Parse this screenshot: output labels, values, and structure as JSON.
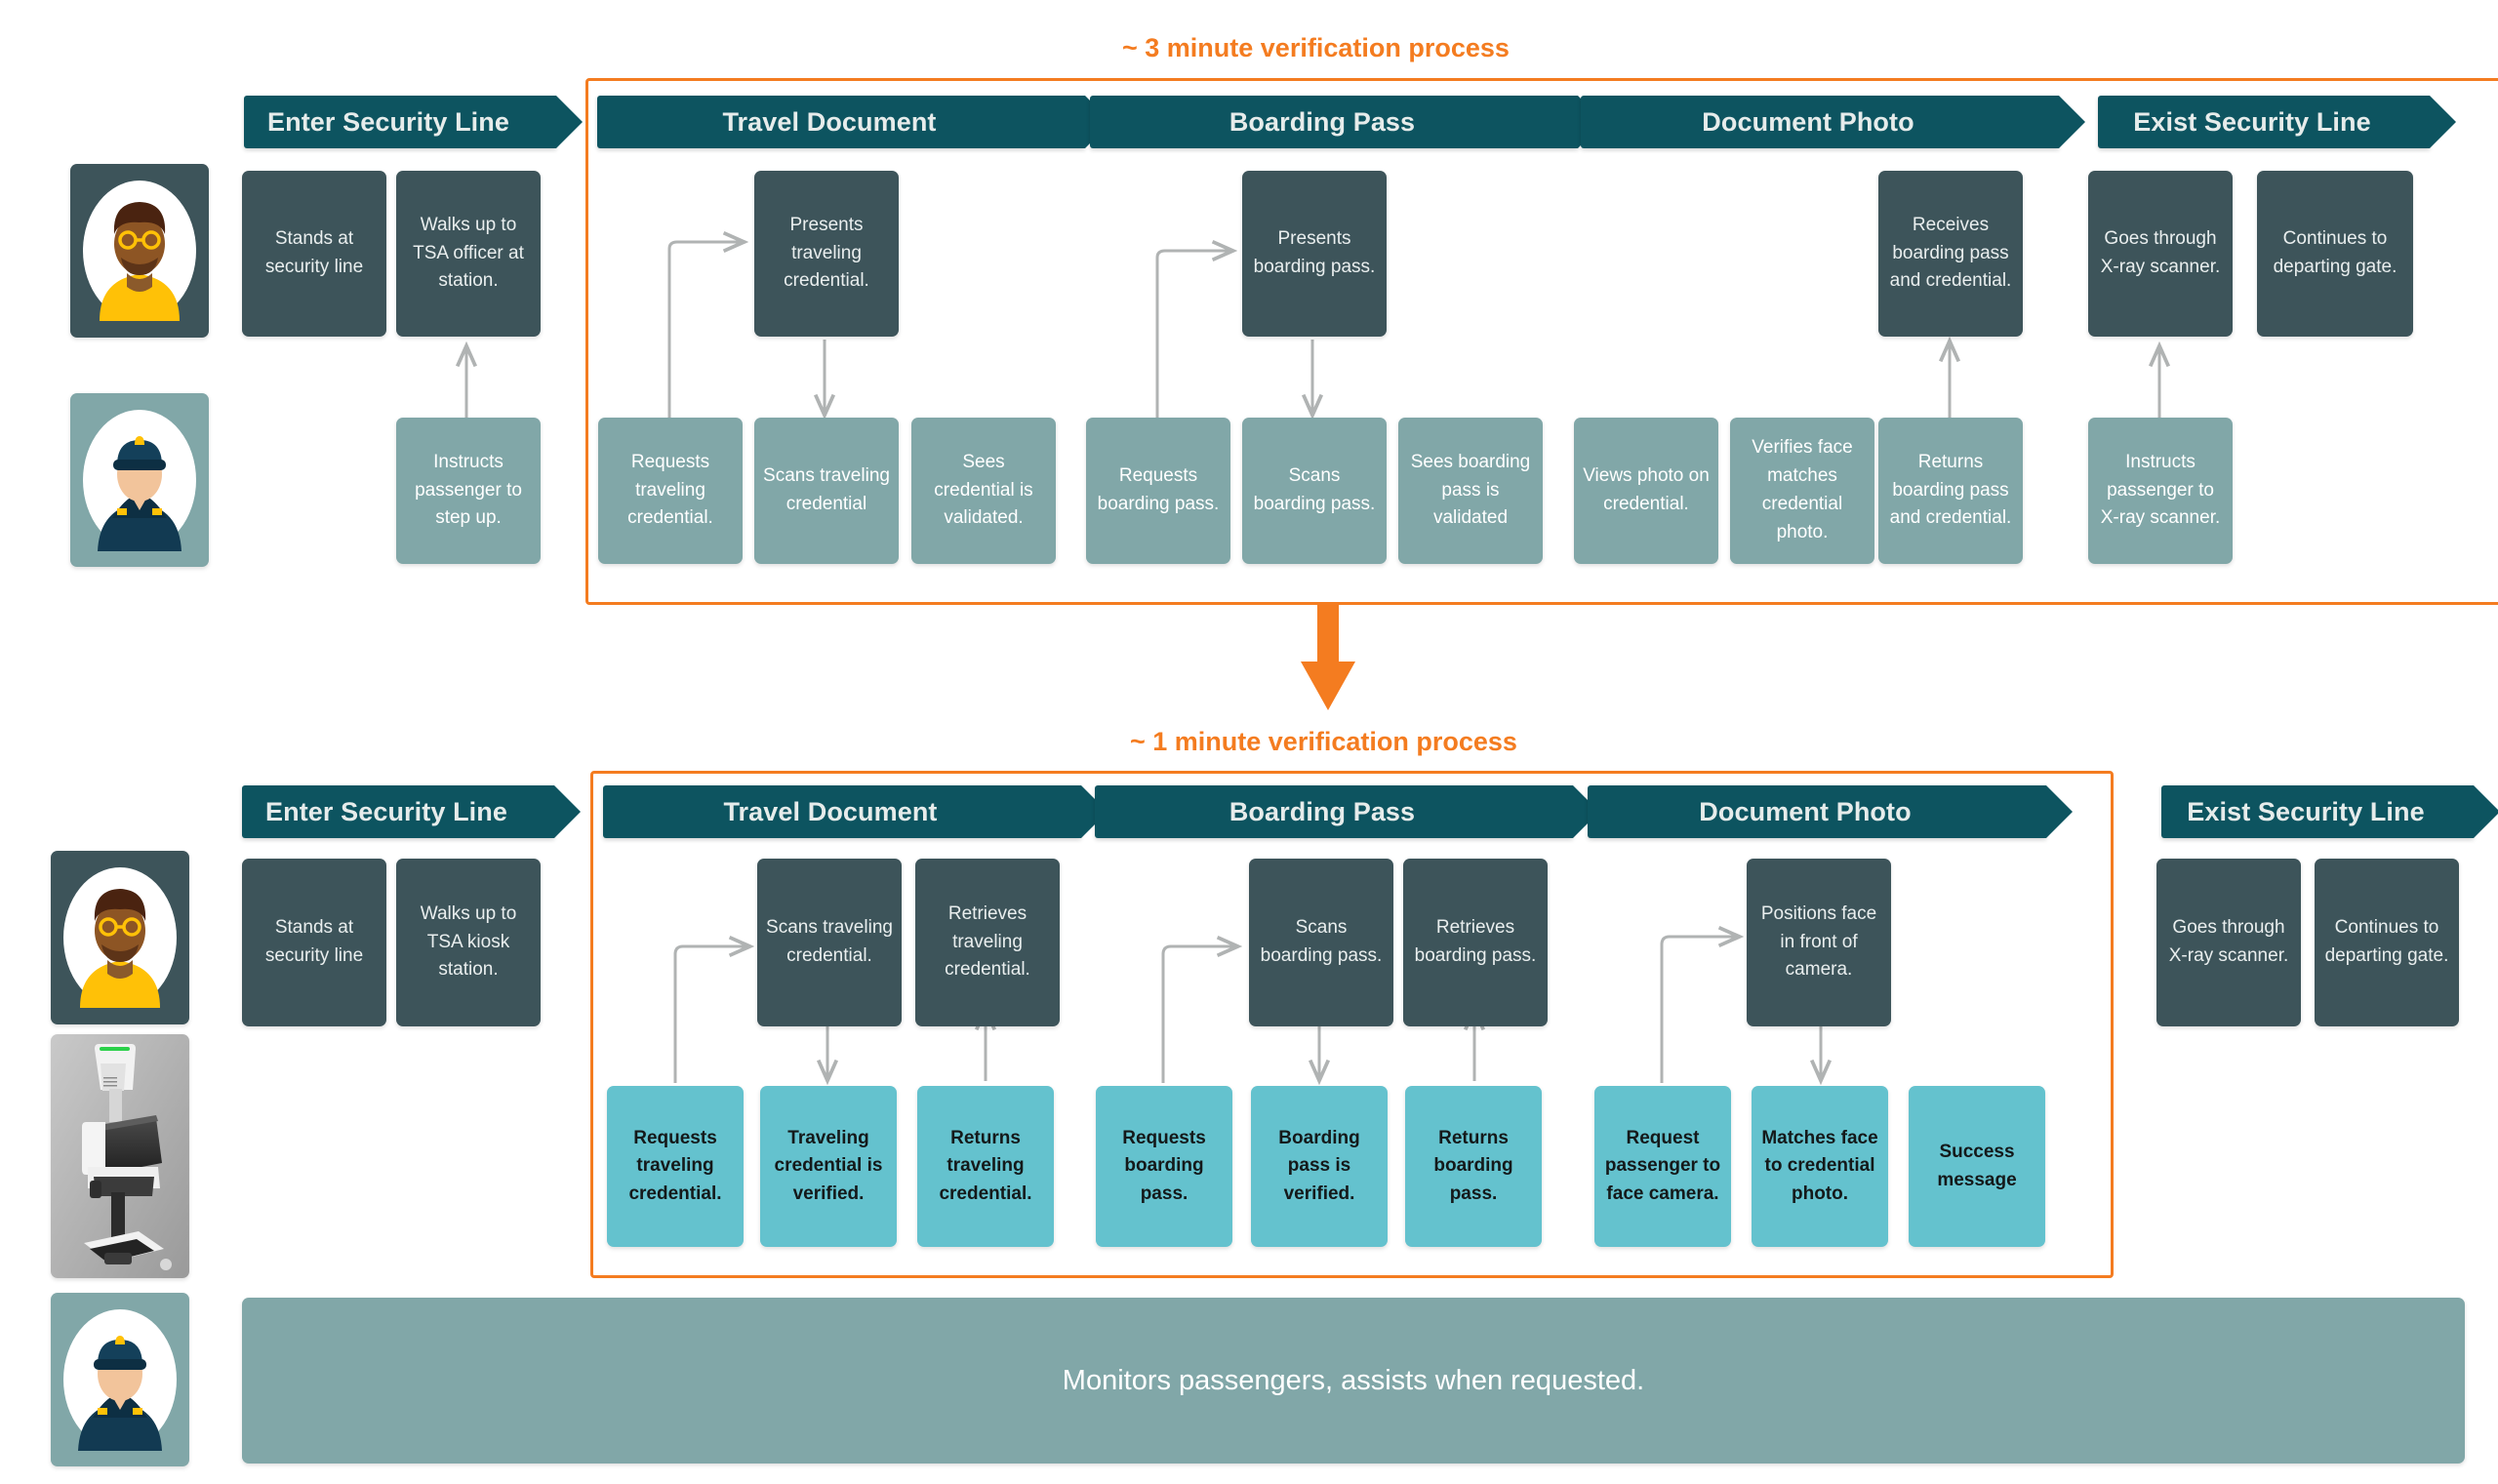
{
  "colors": {
    "phase_header": "#0d5460",
    "dark_card": "#3d545a",
    "teal_card": "#81a7a8",
    "light_blue_card": "#64c2ce",
    "accent_orange": "#f47c20",
    "connector_gray": "#b0b3b3",
    "background": "#ffffff"
  },
  "top_process": {
    "frame_label": "~ 3 minute verification process",
    "phases": [
      {
        "label": "Enter Security Line"
      },
      {
        "label": "Travel Document"
      },
      {
        "label": "Boarding Pass"
      },
      {
        "label": "Document Photo"
      },
      {
        "label": "Exist Security Line"
      }
    ],
    "passenger_avatar": "passenger-avatar",
    "officer_avatar": "tsa-officer-avatar",
    "passenger_steps": [
      {
        "id": "t-p1",
        "text": "Stands at security line"
      },
      {
        "id": "t-p2",
        "text": "Walks up to TSA officer at station."
      },
      {
        "id": "t-p3",
        "text": "Presents traveling credential."
      },
      {
        "id": "t-p4",
        "text": "Presents boarding pass."
      },
      {
        "id": "t-p5",
        "text": "Receives boarding pass and credential."
      },
      {
        "id": "t-p6",
        "text": "Goes through X-ray scanner."
      },
      {
        "id": "t-p7",
        "text": "Continues to departing gate."
      }
    ],
    "officer_steps": [
      {
        "id": "t-o1",
        "text": "Instructs passenger to step up."
      },
      {
        "id": "t-o2",
        "text": "Requests traveling credential."
      },
      {
        "id": "t-o3",
        "text": "Scans traveling credential"
      },
      {
        "id": "t-o4",
        "text": "Sees credential is validated."
      },
      {
        "id": "t-o5",
        "text": "Requests boarding pass."
      },
      {
        "id": "t-o6",
        "text": "Scans boarding pass."
      },
      {
        "id": "t-o7",
        "text": "Sees boarding pass is validated"
      },
      {
        "id": "t-o8",
        "text": "Views photo on credential."
      },
      {
        "id": "t-o9",
        "text": "Verifies face matches credential photo."
      },
      {
        "id": "t-o10",
        "text": "Returns boarding pass and credential."
      },
      {
        "id": "t-o11",
        "text": "Instructs passenger to X-ray scanner."
      }
    ]
  },
  "transition": {
    "icon": "down-arrow-icon"
  },
  "bottom_process": {
    "frame_label": "~ 1 minute verification process",
    "phases": [
      {
        "label": "Enter Security Line"
      },
      {
        "label": "Travel Document"
      },
      {
        "label": "Boarding Pass"
      },
      {
        "label": "Document Photo"
      },
      {
        "label": "Exist Security Line"
      }
    ],
    "passenger_avatar": "passenger-avatar",
    "kiosk_avatar": "tsa-kiosk-photo",
    "officer_avatar": "tsa-officer-avatar",
    "passenger_steps": [
      {
        "id": "b-p1",
        "text": "Stands at security line"
      },
      {
        "id": "b-p2",
        "text": "Walks up to TSA kiosk station."
      },
      {
        "id": "b-p3",
        "text": "Scans traveling credential."
      },
      {
        "id": "b-p4",
        "text": "Retrieves traveling credential."
      },
      {
        "id": "b-p5",
        "text": "Scans boarding pass."
      },
      {
        "id": "b-p6",
        "text": "Retrieves boarding pass."
      },
      {
        "id": "b-p7",
        "text": "Positions face in front of camera."
      },
      {
        "id": "b-p8",
        "text": "Goes through X-ray scanner."
      },
      {
        "id": "b-p9",
        "text": "Continues to departing gate."
      }
    ],
    "kiosk_steps": [
      {
        "id": "b-k1",
        "text": "Requests traveling credential."
      },
      {
        "id": "b-k2",
        "text": "Traveling credential is verified."
      },
      {
        "id": "b-k3",
        "text": "Returns traveling credential."
      },
      {
        "id": "b-k4",
        "text": "Requests boarding pass."
      },
      {
        "id": "b-k5",
        "text": "Boarding pass is verified."
      },
      {
        "id": "b-k6",
        "text": "Returns boarding pass."
      },
      {
        "id": "b-k7",
        "text": "Request passenger to face camera."
      },
      {
        "id": "b-k8",
        "text": "Matches face to credential photo."
      },
      {
        "id": "b-k9",
        "text": "Success message"
      }
    ],
    "officer_note": "Monitors passengers, assists when requested."
  }
}
